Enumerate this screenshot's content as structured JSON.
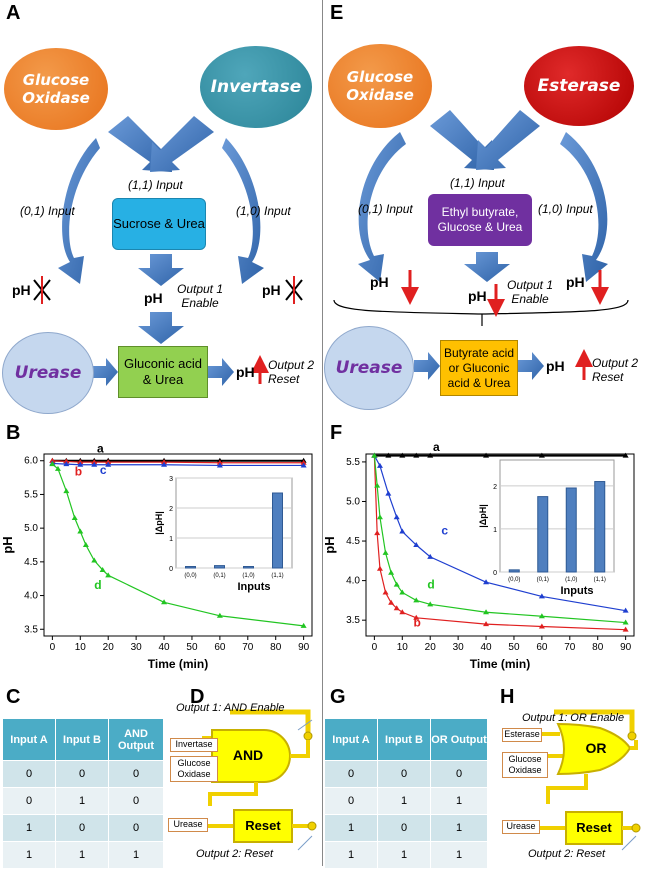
{
  "panels": {
    "A": "A",
    "B": "B",
    "C": "C",
    "D": "D",
    "E": "E",
    "F": "F",
    "G": "G",
    "H": "H"
  },
  "left": {
    "enzyme1": "Glucose Oxidase",
    "enzyme2": "Invertase",
    "input11": "(1,1) Input",
    "input01": "(0,1) Input",
    "input10": "(1,0) Input",
    "substrate": "Sucrose & Urea",
    "ph": "pH",
    "output1": "Output 1 Enable",
    "urease": "Urease",
    "product": "Gluconic acid & Urea",
    "output2": "Output 2 Reset"
  },
  "right": {
    "enzyme1": "Glucose Oxidase",
    "enzyme2": "Esterase",
    "input11": "(1,1) Input",
    "input01": "(0,1) Input",
    "input10": "(1,0) Input",
    "substrate": "Ethyl butyrate, Glucose & Urea",
    "ph": "pH",
    "output1": "Output 1 Enable",
    "urease": "Urease",
    "product": "Butyrate acid or Gluconic acid & Urea",
    "output2": "Output 2 Reset"
  },
  "chart_data": [
    {
      "type": "line",
      "panel": "B",
      "xlabel": "Time (min)",
      "ylabel": "pH",
      "xlim": [
        -3,
        93
      ],
      "ylim": [
        3.4,
        6.1
      ],
      "xticks": [
        0,
        10,
        20,
        30,
        40,
        50,
        60,
        70,
        80,
        90
      ],
      "yticks": [
        3.5,
        4.0,
        4.5,
        5.0,
        5.5,
        6.0
      ],
      "series": [
        {
          "name": "a",
          "color": "#000000",
          "x": [
            0,
            5,
            10,
            15,
            20,
            40,
            60,
            90
          ],
          "y": [
            6.0,
            6.0,
            6.0,
            6.0,
            6.0,
            6.0,
            6.0,
            6.0
          ]
        },
        {
          "name": "b",
          "color": "#e02020",
          "x": [
            0,
            5,
            10,
            15,
            20,
            40,
            60,
            90
          ],
          "y": [
            6.0,
            5.99,
            5.98,
            5.98,
            5.98,
            5.98,
            5.97,
            5.97
          ]
        },
        {
          "name": "c",
          "color": "#1f3fd0",
          "x": [
            0,
            5,
            10,
            15,
            20,
            40,
            60,
            90
          ],
          "y": [
            5.96,
            5.95,
            5.94,
            5.94,
            5.94,
            5.94,
            5.93,
            5.93
          ]
        },
        {
          "name": "d",
          "color": "#22c522",
          "x": [
            0,
            2,
            5,
            8,
            10,
            12,
            15,
            18,
            20,
            40,
            60,
            90
          ],
          "y": [
            5.95,
            5.88,
            5.55,
            5.15,
            4.95,
            4.75,
            4.52,
            4.38,
            4.3,
            3.9,
            3.7,
            3.55
          ]
        }
      ],
      "inset": {
        "type": "bar",
        "xlabel": "Inputs",
        "ylabel": "|ΔpH|",
        "categories": [
          "(0,0)",
          "(0,1)",
          "(1,0)",
          "(1,1)"
        ],
        "values": [
          0.05,
          0.08,
          0.05,
          2.5
        ],
        "ylim": [
          0,
          3
        ],
        "yticks": [
          0,
          1,
          2,
          3
        ]
      }
    },
    {
      "type": "line",
      "panel": "F",
      "xlabel": "Time (min)",
      "ylabel": "pH",
      "xlim": [
        -3,
        93
      ],
      "ylim": [
        3.3,
        5.6
      ],
      "xticks": [
        0,
        10,
        20,
        30,
        40,
        50,
        60,
        70,
        80,
        90
      ],
      "yticks": [
        3.5,
        4.0,
        4.5,
        5.0,
        5.5
      ],
      "series": [
        {
          "name": "a",
          "color": "#000000",
          "x": [
            0,
            5,
            10,
            15,
            20,
            40,
            60,
            90
          ],
          "y": [
            5.58,
            5.58,
            5.58,
            5.58,
            5.58,
            5.58,
            5.58,
            5.58
          ]
        },
        {
          "name": "b",
          "color": "#e02020",
          "x": [
            0,
            1,
            2,
            4,
            6,
            8,
            10,
            15,
            40,
            60,
            90
          ],
          "y": [
            5.58,
            4.6,
            4.15,
            3.85,
            3.72,
            3.65,
            3.6,
            3.53,
            3.45,
            3.42,
            3.38
          ]
        },
        {
          "name": "c",
          "color": "#1f3fd0",
          "x": [
            0,
            2,
            5,
            8,
            10,
            15,
            20,
            40,
            60,
            90
          ],
          "y": [
            5.58,
            5.45,
            5.1,
            4.8,
            4.62,
            4.45,
            4.3,
            3.98,
            3.8,
            3.62
          ]
        },
        {
          "name": "d",
          "color": "#22c522",
          "x": [
            0,
            1,
            2,
            4,
            6,
            8,
            10,
            15,
            20,
            40,
            60,
            90
          ],
          "y": [
            5.58,
            5.2,
            4.8,
            4.35,
            4.1,
            3.95,
            3.85,
            3.75,
            3.7,
            3.6,
            3.55,
            3.47
          ]
        }
      ],
      "inset": {
        "type": "bar",
        "xlabel": "Inputs",
        "ylabel": "|ΔpH|",
        "categories": [
          "(0,0)",
          "(0,1)",
          "(1,0)",
          "(1,1)"
        ],
        "values": [
          0.05,
          1.75,
          1.95,
          2.1
        ],
        "ylim": [
          0,
          2.6
        ],
        "yticks": [
          0,
          1,
          2
        ]
      }
    }
  ],
  "table_and": {
    "headers": [
      "Input A",
      "Input B",
      "AND Output"
    ],
    "rows": [
      [
        "0",
        "0",
        "0"
      ],
      [
        "0",
        "1",
        "0"
      ],
      [
        "1",
        "0",
        "0"
      ],
      [
        "1",
        "1",
        "1"
      ]
    ]
  },
  "table_or": {
    "headers": [
      "Input A",
      "Input B",
      "OR Output"
    ],
    "rows": [
      [
        "0",
        "0",
        "0"
      ],
      [
        "0",
        "1",
        "1"
      ],
      [
        "1",
        "0",
        "1"
      ],
      [
        "1",
        "1",
        "1"
      ]
    ]
  },
  "gate_and": {
    "output1": "Output 1: AND Enable",
    "input1": "Invertase",
    "input2": "Glucose Oxidase",
    "gate": "AND",
    "reset_input": "Urease",
    "reset": "Reset",
    "output2": "Output 2: Reset"
  },
  "gate_or": {
    "output1": "Output 1: OR Enable",
    "input1": "Esterase",
    "input2": "Glucose Oxidase",
    "gate": "OR",
    "reset_input": "Urease",
    "reset": "Reset",
    "output2": "Output 2: Reset"
  },
  "colors": {
    "glucose_oxidase": "#e7711a",
    "invertase": "#2a8497",
    "esterase": "#c00000",
    "urease": "#c5d7ee",
    "substrate_left": "#27b0e4",
    "substrate_right": "#7030a0",
    "product_left": "#92d050",
    "product_right": "#ffc000",
    "arrow": "#4a7fc1",
    "gate": "#ffff00"
  }
}
